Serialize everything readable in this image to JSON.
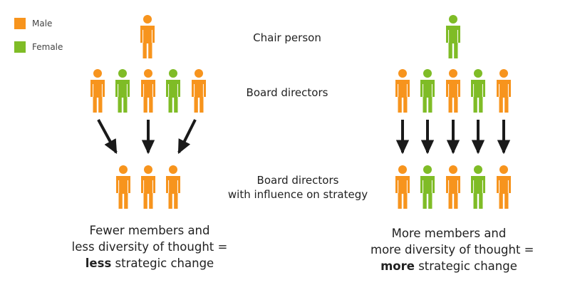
{
  "colors": {
    "male": "#f7941d",
    "female": "#7fbc26",
    "arrow": "#1a1a1a"
  },
  "legend": {
    "male_label": "Male",
    "female_label": "Female"
  },
  "labels": {
    "chair": "Chair person",
    "board_directors": "Board directors",
    "influence_line1": "Board directors",
    "influence_line2": "with influence on strategy"
  },
  "left_group": {
    "chair": "male",
    "board": [
      "male",
      "female",
      "male",
      "female",
      "male"
    ],
    "influential": [
      "male",
      "male",
      "male"
    ],
    "caption_line1": "Fewer members and",
    "caption_line2": "less diversity of thought =",
    "caption_bold": "less",
    "caption_rest": " strategic change"
  },
  "right_group": {
    "chair": "female",
    "board": [
      "male",
      "female",
      "male",
      "female",
      "male"
    ],
    "influential": [
      "male",
      "female",
      "male",
      "female",
      "male"
    ],
    "caption_line1": "More members and",
    "caption_line2": "more diversity of thought =",
    "caption_bold": "more",
    "caption_rest": " strategic change"
  }
}
